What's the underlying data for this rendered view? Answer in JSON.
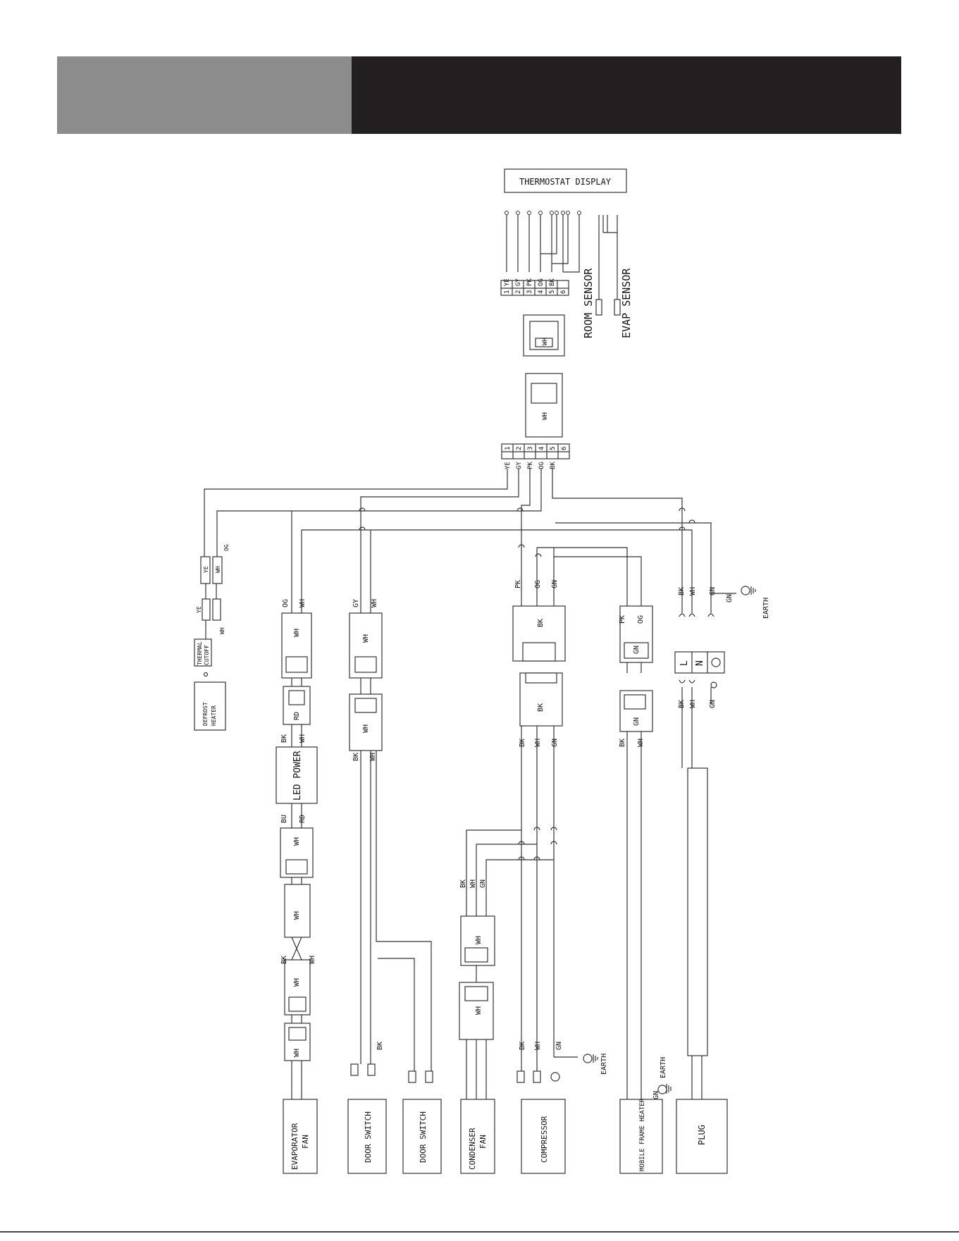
{
  "header": {
    "left_text": "",
    "right_text": ""
  },
  "thermostat": {
    "title": "THERMOSTAT DISPLAY",
    "pins": [
      "1",
      "2",
      "3",
      "4",
      "5",
      "6"
    ],
    "wires": [
      "YE",
      "GY",
      "PK",
      "OG",
      "BK",
      ""
    ],
    "room_sensor": "ROOM SENSOR",
    "evap_sensor": "EVAP SENSOR",
    "upper_conn_color": "WH",
    "main_conn_color": "WH"
  },
  "main_wires": [
    "YE",
    "GY",
    "PK",
    "OG",
    "BK"
  ],
  "defrost": {
    "label_line1": "DEFROST",
    "label_line2": "HEATER",
    "cutoff_line1": "THERMAL",
    "cutoff_line2": "CUTOFF",
    "conn_labels": [
      "YE",
      "WH",
      "OG"
    ],
    "small_labels": [
      "YE",
      "WH"
    ]
  },
  "led_circuit": {
    "top_wires": [
      "OG",
      "WH"
    ],
    "conn1": "WH",
    "conn2": "RD",
    "wires_mid": [
      "BK",
      "WH"
    ],
    "led_power": "LED POWER",
    "wires_low": [
      "BU",
      "RD"
    ],
    "conn3": "WH",
    "conn4": "WH",
    "wires_fan": [
      "BK",
      "WH"
    ],
    "conn5": "WH",
    "conn6": "WH",
    "fan_line1": "EVAPORATOR",
    "fan_line2": "FAN"
  },
  "door": {
    "top_wires": [
      "GY",
      "WH"
    ],
    "conn1": "WH",
    "conn2": "WH",
    "wires": [
      "BK",
      "WH"
    ],
    "wire_bottom": "BK",
    "switch1": "DOOR SWITCH",
    "switch2": "DOOR SWITCH"
  },
  "compressor_group": {
    "top_wires": [
      "PK",
      "OG",
      "GN"
    ],
    "conn1": "BK",
    "conn2": "BK",
    "wires": [
      "BK",
      "WH",
      "GN"
    ],
    "fan_wires": [
      "BK",
      "WH",
      "GN"
    ],
    "fan_conn1": "WH",
    "fan_conn2": "WH",
    "condenser_line1": "CONDENSER",
    "condenser_line2": "FAN",
    "comp_wires": [
      "BK",
      "WH",
      "GN"
    ],
    "earth": "EARTH",
    "compressor": "COMPRESSOR"
  },
  "mullion": {
    "top_wires": [
      "PK",
      "OG"
    ],
    "conn1": "GN",
    "conn2": "GN",
    "wires": [
      "BK",
      "WH"
    ],
    "gn": "GN",
    "earth": "EARTH",
    "label": "MOBILE FRAME HEATER"
  },
  "power": {
    "top_wires": [
      "BK",
      "WH",
      "GN"
    ],
    "terminals": [
      "L",
      "N",
      "⏚"
    ],
    "earth_wire": "GN",
    "earth": "EARTH",
    "bottom_wires": [
      "BK",
      "WH",
      "GN"
    ],
    "plug": "PLUG"
  }
}
